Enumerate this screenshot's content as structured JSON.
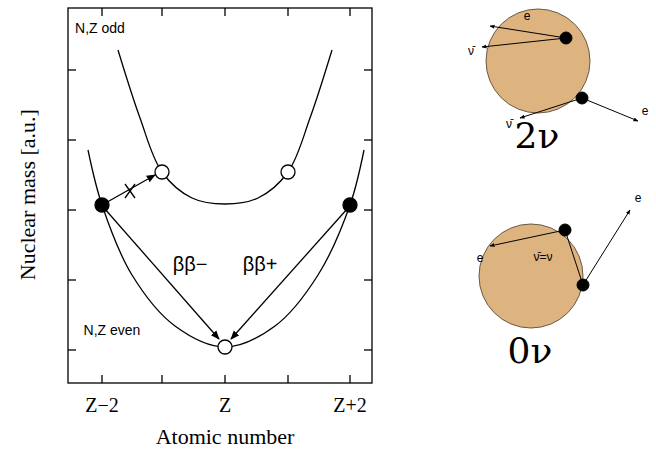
{
  "diagram": {
    "nodes": [
      {
        "text": [
          "2ν"
        ]
      },
      {
        "text": [
          "0ν"
        ]
      }
    ],
    "labels": [
      "N,Z odd",
      "N,Z even",
      "ββ−",
      "ββ+",
      "Nuclear mass [a.u.]",
      "Z−2",
      "Z",
      "Z+2",
      "Atomic number",
      "e",
      "ν̄",
      "ν̄",
      "e",
      "e",
      "ν̄=ν",
      "e"
    ]
  }
}
